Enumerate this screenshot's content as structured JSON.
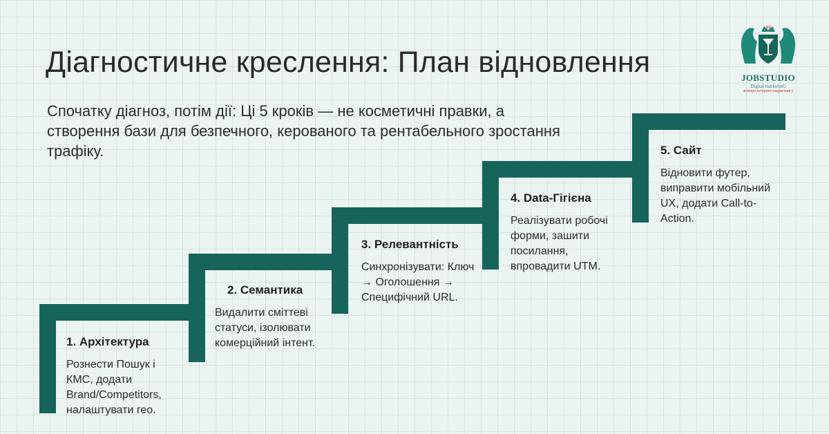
{
  "title": "Діагностичне креслення: План відновлення",
  "subtitle": "Спочатку діагноз, потім дії: Ці 5 кроків — не косметичні правки, а створення бази для безпечного, керованого та рентабельного зростання трафіку.",
  "colors": {
    "stair": "#17645b",
    "background": "#ebf4f1"
  },
  "steps": [
    {
      "title": "1. Архітектура",
      "text": "Рознести Пошук і КМС, додати Brand/Competitors, налаштувати гео."
    },
    {
      "title": "2. Семантика",
      "text": "Видалити сміттеві статуси, ізолювати комерційний інтент."
    },
    {
      "title": "3. Релевантність",
      "text": "Синхронізувати: Ключ → Оголошення → Специфічний URL."
    },
    {
      "title": "4. Data-Гігієна",
      "text": "Реалізувати робочі форми, зашити посилання, впровадити UTM."
    },
    {
      "title": "5. Сайт",
      "text": "Відновити футер, виправити мобільний UX, додати Call-to-Action."
    }
  ],
  "logo": {
    "name": "JOBSTUDIO",
    "tagline": "Digital marketinG",
    "subtagline": "агенція інтернет-маркетингу",
    "mark": "JS"
  }
}
